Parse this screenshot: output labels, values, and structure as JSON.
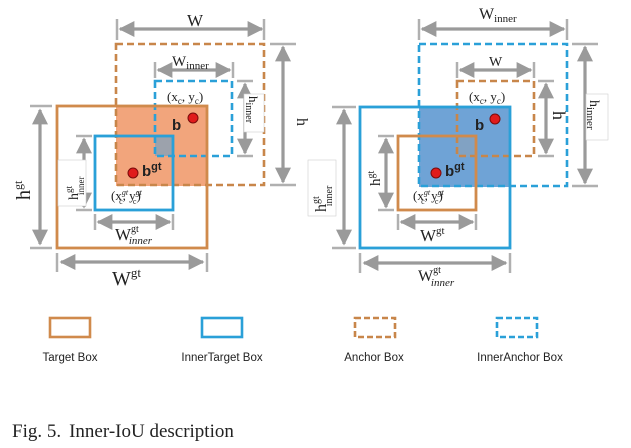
{
  "colors": {
    "target": "#d08a4c",
    "target_fill": "#f2a57c",
    "inner_target": "#2aa0d8",
    "anchor": "#c8864a",
    "inner_anchor": "#2aa0d8",
    "overlap_left": "#8da1b5",
    "overlap_right": "#6fa3d6",
    "right_fill": "#6fa3d6",
    "point": "#e01b1b",
    "dimension": "#9a9a9a"
  },
  "left": {
    "w": "W",
    "w_inner_base": "W",
    "w_inner_sub": "inner",
    "h": "h",
    "h_inner_base": "h",
    "h_inner_sub": "inner",
    "h_gt_base": "h",
    "h_gt_sup": "gt",
    "h_gt_inner_base": "h",
    "h_gt_inner_sup": "gt",
    "h_gt_inner_sub": "inner",
    "w_gt_base": "W",
    "w_gt_sup": "gt",
    "w_gt_inner_base": "W",
    "w_gt_inner_sup": "gt",
    "w_gt_inner_sub": "inner",
    "center_anchor": "(x",
    "center_anchor_sub_x": "c",
    "center_anchor_mid": ", y",
    "center_anchor_sub_y": "c",
    "center_anchor_close": ")",
    "center_gt": "(x",
    "center_gt_sup_x": "gt",
    "center_gt_sub_x": "c",
    "center_gt_mid": ", y",
    "center_gt_sup_y": "gt",
    "center_gt_sub_y": "c",
    "center_gt_close": ")",
    "b": "b",
    "b_gt_base": "b",
    "b_gt_sup": "gt"
  },
  "right": {
    "w_inner_base": "W",
    "w_inner_sub": "inner",
    "w": "W",
    "h": "h",
    "h_inner_base": "h",
    "h_inner_sub": "inner",
    "h_gt_base": "h",
    "h_gt_sup": "gt",
    "h_gt_inner_base": "h",
    "h_gt_inner_sup": "gt",
    "h_gt_inner_sub": "inner",
    "w_gt_base": "W",
    "w_gt_sup": "gt",
    "w_gt_inner_base": "W",
    "w_gt_inner_sup": "gt",
    "w_gt_inner_sub": "inner",
    "b": "b",
    "b_gt_base": "b",
    "b_gt_sup": "gt"
  },
  "legend": {
    "target_box": "Target Box",
    "inner_target_box": "InnerTarget Box",
    "anchor_box": "Anchor Box",
    "inner_anchor_box": "InnerAnchor Box"
  },
  "caption": {
    "fig": "Fig. 5.",
    "text": "Inner-IoU description"
  }
}
